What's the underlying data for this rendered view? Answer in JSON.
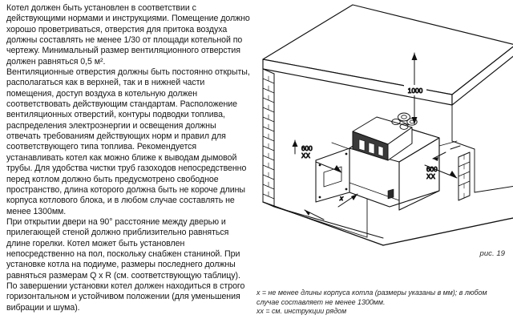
{
  "document": {
    "language": "ru",
    "paragraphs": [
      "Котел должен быть установлен в соответствии с действующими нормами и инструкциями. Помещение должно хорошо проветриваться, отверстия для притока воздуха должны составлять не менее 1/30 от площади котельной по чертежу. Минимальный размер вентиляционного отверстия должен равняться 0,5 м².",
      "Вентиляционные отверстия должны быть постоянно открыты, располагаться как в верхней, так и в нижней части помещения, доступ воздуха в котельную должен соответствовать действующим стандартам. Расположение вентиляционных отверстий, контуры подводки топлива, распределения электроэнергии и освещения должны отвечать требованиям действующих норм и правил для соответствующего типа топлива. Рекомендуется устанавливать котел как можно ближе к выводам дымовой трубы. Для удобства чистки труб газоходов непосредственно перед котлом должно быть предусмотрено свободное пространство, длина которого должна быть не короче длины корпуса котлового блока, и в любом случае составлять не менее 1300мм.",
      "При открытии двери на 90° расстояние между дверью  и прилегающей стеной должно приблизительно равняться длине горелки. Котел может быть установлен непосредственно на пол, поскольку снабжен станиной. При установке котла на подиуме, размеры последнего должны равняться размерам Q x R (см. соответствующую таблицу). По завершении  установки  котел должен находиться в строго горизонтальном и устойчивом положении (для уменьшения вибрации и шума)."
    ]
  },
  "figure": {
    "caption": "рис. 19",
    "dimensions": {
      "ceiling_clearance": "1000",
      "left_side_clearance_value": "600",
      "left_side_clearance_note": "XX",
      "right_side_clearance_value": "600",
      "right_side_clearance_note": "XX",
      "front_clearance": "x"
    },
    "notes": [
      "x = не менее длины корпуса котла (размеры указаны в мм); в любом случае составляет не менее 1300мм.",
      "xx = см. инструкции рядом"
    ]
  }
}
